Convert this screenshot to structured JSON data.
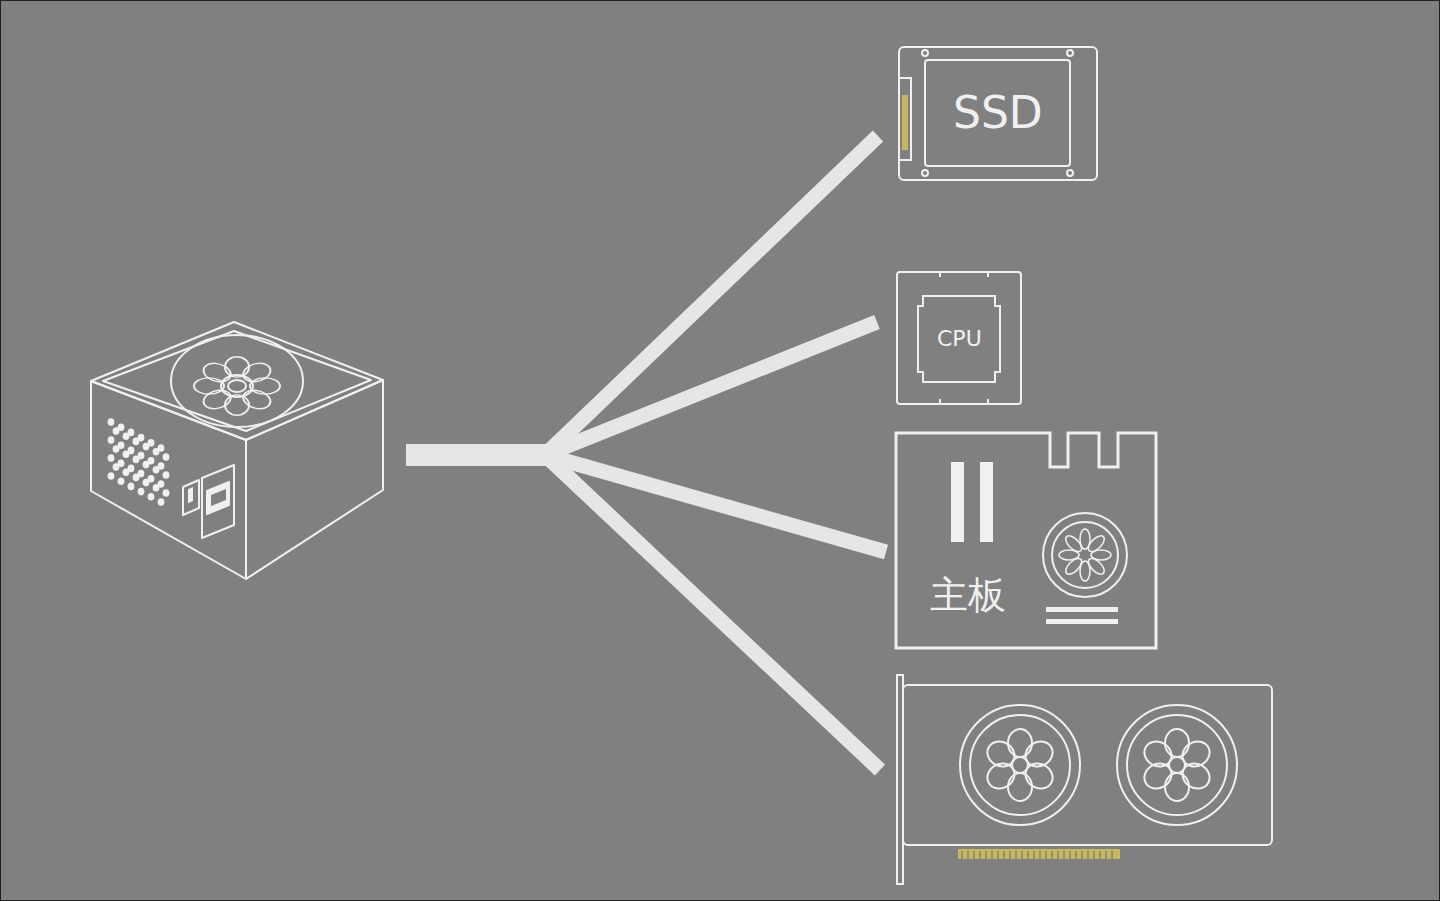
{
  "diagram": {
    "nodes": [
      {
        "text": [
          "SSD"
        ]
      },
      {
        "text": [
          "CPU"
        ]
      },
      {
        "text": [
          "主板"
        ]
      }
    ]
  }
}
